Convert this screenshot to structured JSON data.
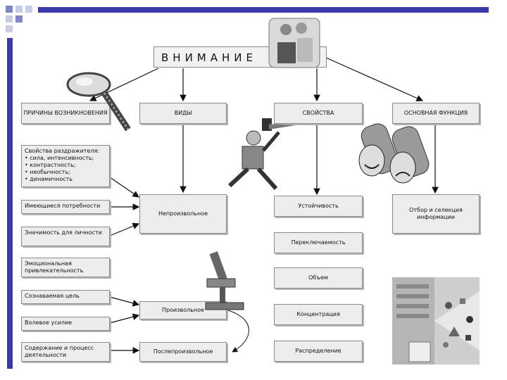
{
  "title": "ВНИМАНИЕ",
  "top_headers": {
    "causes": "ПРИЧИНЫ ВОЗНИКНОВЕНИЯ",
    "types": "ВИДЫ",
    "properties": "СВОЙСТВА",
    "function": "ОСНОВНАЯ ФУНКЦИЯ"
  },
  "causes": {
    "stimulus": {
      "heading": "Свойства раздражителя:",
      "items": [
        "• сила, интенсивность;",
        "• контрастность;",
        "• необычность;",
        "• динамичность"
      ]
    },
    "items": [
      "Имеющиеся потребности",
      "Значимость для личности",
      "Эмоциональная привлекательность",
      "Сознаваемая цель",
      "Волевое усилие",
      "Содержание и процесс деятельности"
    ]
  },
  "types": [
    "Непроизвольное",
    "Произвольное",
    "Послепроизвольное"
  ],
  "properties": [
    "Устойчивость",
    "Переключаемость",
    "Объем",
    "Концентрация",
    "Распределение"
  ],
  "function_text": "Отбор и селекция информации",
  "colors": {
    "box_fill": "#ededed",
    "box_border": "#8a8a8a",
    "deco_blue": "#3a3aa8",
    "deco_gray": "#9a9a9a"
  }
}
